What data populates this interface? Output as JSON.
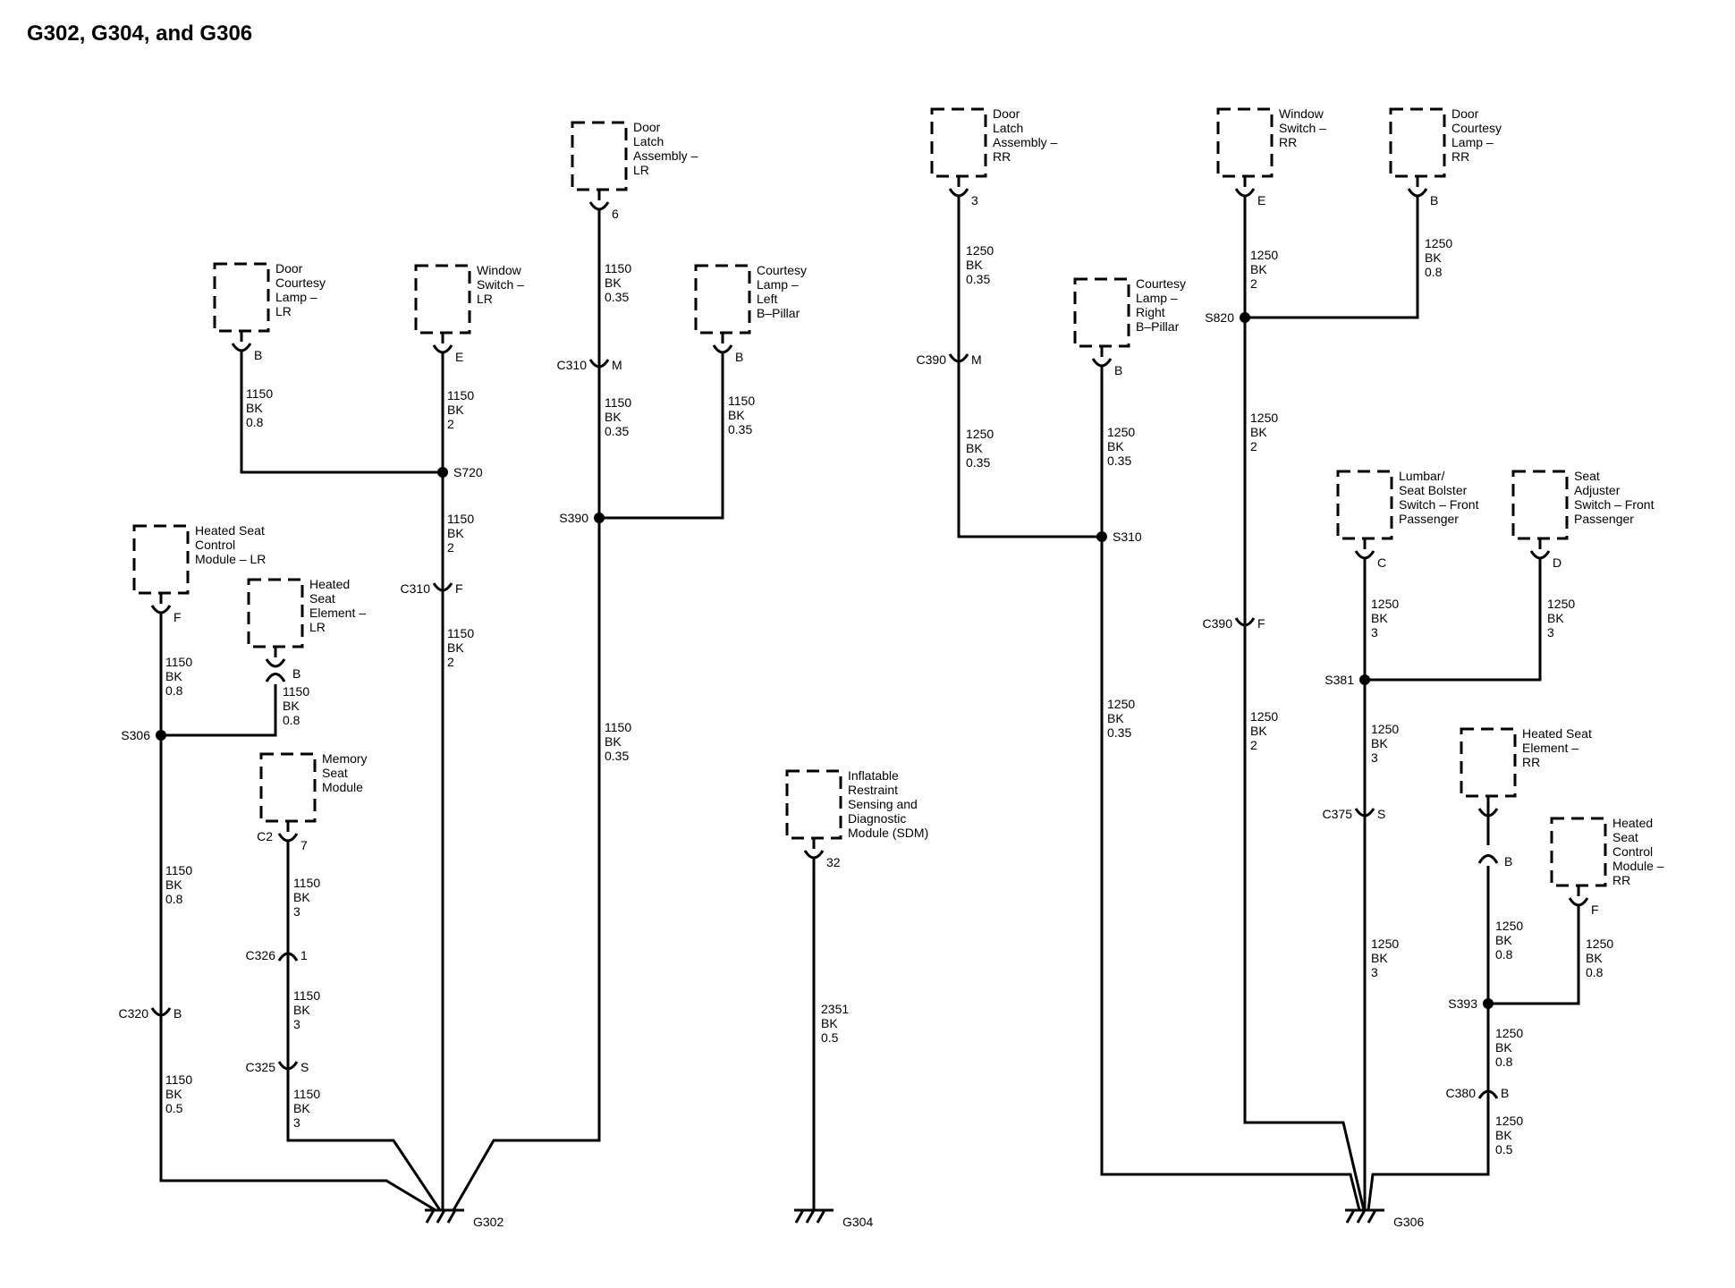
{
  "title": "G302, G304, and G306",
  "components": [
    {
      "id": "dcl-lr",
      "lines": [
        "Door",
        "Courtesy",
        "Lamp –",
        "LR"
      ]
    },
    {
      "id": "ws-lr",
      "lines": [
        "Window",
        "Switch –",
        "LR"
      ]
    },
    {
      "id": "dla-lr",
      "lines": [
        "Door",
        "Latch",
        "Assembly –",
        "LR"
      ]
    },
    {
      "id": "cl-left",
      "lines": [
        "Courtesy",
        "Lamp –",
        "Left",
        "B–Pillar"
      ]
    },
    {
      "id": "hscm-lr",
      "lines": [
        "Heated Seat",
        "Control",
        "Module – LR"
      ]
    },
    {
      "id": "hse-lr",
      "lines": [
        "Heated",
        "Seat",
        "Element –",
        "LR"
      ]
    },
    {
      "id": "msm",
      "lines": [
        "Memory",
        "Seat",
        "Module"
      ]
    },
    {
      "id": "sdm",
      "lines": [
        "Inflatable",
        "Restraint",
        "Sensing and",
        "Diagnostic",
        "Module (SDM)"
      ]
    },
    {
      "id": "dla-rr",
      "lines": [
        "Door",
        "Latch",
        "Assembly –",
        "RR"
      ]
    },
    {
      "id": "cl-right",
      "lines": [
        "Courtesy",
        "Lamp –",
        "Right",
        "B–Pillar"
      ]
    },
    {
      "id": "ws-rr",
      "lines": [
        "Window",
        "Switch –",
        "RR"
      ]
    },
    {
      "id": "dcl-rr",
      "lines": [
        "Door",
        "Courtesy",
        "Lamp –",
        "RR"
      ]
    },
    {
      "id": "lumbar",
      "lines": [
        "Lumbar/",
        "Seat Bolster",
        "Switch – Front",
        "Passenger"
      ]
    },
    {
      "id": "seat-adj",
      "lines": [
        "Seat",
        "Adjuster",
        "Switch – Front",
        "Passenger"
      ]
    },
    {
      "id": "hse-rr",
      "lines": [
        "Heated Seat",
        "Element –",
        "RR"
      ]
    },
    {
      "id": "hscm-rr",
      "lines": [
        "Heated",
        "Seat",
        "Control",
        "Module –",
        "RR"
      ]
    }
  ],
  "pins": [
    "B",
    "E",
    "6",
    "B",
    "F",
    "B",
    "7",
    "32",
    "3",
    "B",
    "E",
    "B",
    "C",
    "D",
    "B",
    "F"
  ],
  "connectors": [
    {
      "id": "c310-m",
      "name": "C310",
      "pin": "M"
    },
    {
      "id": "c310-f",
      "name": "C310",
      "pin": "F"
    },
    {
      "id": "c320",
      "name": "C320",
      "pin": "B"
    },
    {
      "id": "c326",
      "name": "C326",
      "pin": "1"
    },
    {
      "id": "c325",
      "name": "C325",
      "pin": "S"
    },
    {
      "id": "c2",
      "name": "C2",
      "pin": "7"
    },
    {
      "id": "c390-m",
      "name": "C390",
      "pin": "M"
    },
    {
      "id": "c390-f",
      "name": "C390",
      "pin": "F"
    },
    {
      "id": "c375",
      "name": "C375",
      "pin": "S"
    },
    {
      "id": "c380",
      "name": "C380",
      "pin": "B"
    }
  ],
  "splices": [
    "S720",
    "S390",
    "S306",
    "S310",
    "S820",
    "S381",
    "S393"
  ],
  "grounds": [
    "G302",
    "G304",
    "G306"
  ],
  "wires": [
    {
      "id": "w1",
      "lines": [
        "1150",
        "BK",
        "0.8"
      ]
    },
    {
      "id": "w2",
      "lines": [
        "1150",
        "BK",
        "2"
      ]
    },
    {
      "id": "w3",
      "lines": [
        "1150",
        "BK",
        "0.35"
      ]
    },
    {
      "id": "w4",
      "lines": [
        "1150",
        "BK",
        "0.35"
      ]
    },
    {
      "id": "w5",
      "lines": [
        "1150",
        "BK",
        "0.35"
      ]
    },
    {
      "id": "w6",
      "lines": [
        "1150",
        "BK",
        "2"
      ]
    },
    {
      "id": "w7",
      "lines": [
        "1150",
        "BK",
        "2"
      ]
    },
    {
      "id": "w8",
      "lines": [
        "1150",
        "BK",
        "0.35"
      ]
    },
    {
      "id": "w9",
      "lines": [
        "1150",
        "BK",
        "0.8"
      ]
    },
    {
      "id": "w10",
      "lines": [
        "1150",
        "BK",
        "0.8"
      ]
    },
    {
      "id": "w11",
      "lines": [
        "1150",
        "BK",
        "0.8"
      ]
    },
    {
      "id": "w12",
      "lines": [
        "1150",
        "BK",
        "0.5"
      ]
    },
    {
      "id": "w13",
      "lines": [
        "1150",
        "BK",
        "3"
      ]
    },
    {
      "id": "w14",
      "lines": [
        "1150",
        "BK",
        "3"
      ]
    },
    {
      "id": "w15",
      "lines": [
        "1150",
        "BK",
        "3"
      ]
    },
    {
      "id": "w16",
      "lines": [
        "2351",
        "BK",
        "0.5"
      ]
    },
    {
      "id": "w17",
      "lines": [
        "1250",
        "BK",
        "0.35"
      ]
    },
    {
      "id": "w18",
      "lines": [
        "1250",
        "BK",
        "0.35"
      ]
    },
    {
      "id": "w19",
      "lines": [
        "1250",
        "BK",
        "0.35"
      ]
    },
    {
      "id": "w20",
      "lines": [
        "1250",
        "BK",
        "0.35"
      ]
    },
    {
      "id": "w21",
      "lines": [
        "1250",
        "BK",
        "2"
      ]
    },
    {
      "id": "w22",
      "lines": [
        "1250",
        "BK",
        "0.8"
      ]
    },
    {
      "id": "w23",
      "lines": [
        "1250",
        "BK",
        "2"
      ]
    },
    {
      "id": "w24",
      "lines": [
        "1250",
        "BK",
        "2"
      ]
    },
    {
      "id": "w25",
      "lines": [
        "1250",
        "BK",
        "3"
      ]
    },
    {
      "id": "w26",
      "lines": [
        "1250",
        "BK",
        "3"
      ]
    },
    {
      "id": "w27",
      "lines": [
        "1250",
        "BK",
        "3"
      ]
    },
    {
      "id": "w28",
      "lines": [
        "1250",
        "BK",
        "3"
      ]
    },
    {
      "id": "w29",
      "lines": [
        "1250",
        "BK",
        "0.8"
      ]
    },
    {
      "id": "w30",
      "lines": [
        "1250",
        "BK",
        "0.8"
      ]
    },
    {
      "id": "w31",
      "lines": [
        "1250",
        "BK",
        "0.8"
      ]
    },
    {
      "id": "w32",
      "lines": [
        "1250",
        "BK",
        "0.5"
      ]
    }
  ]
}
